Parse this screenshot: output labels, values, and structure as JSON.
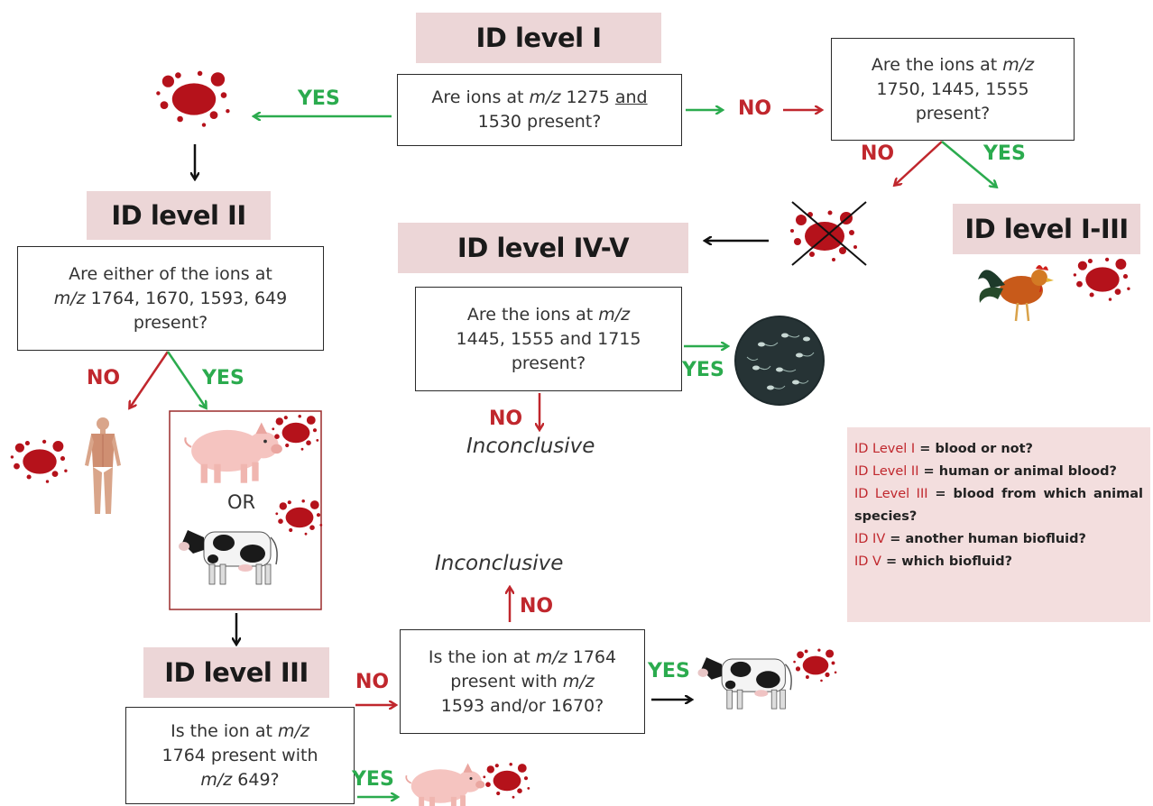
{
  "titles": {
    "level1": "ID level I",
    "level2": "ID level II",
    "level3": "ID level III",
    "level45": "ID level IV-V",
    "level13": "ID level I-III"
  },
  "questions": {
    "q1_pre": "Are ions at ",
    "q1_mz": "m/z",
    "q1_num": " 1275 ",
    "q1_and": "and",
    "q1_post": "1530 present?",
    "q2_pre": "Are the ions at ",
    "q2_mz": "m/z",
    "q2_l2": "1750, 1445, 1555",
    "q2_l3": "present?",
    "q3_l1": "Are either of the ions at",
    "q3_mz": "m/z",
    "q3_l2": " 1764, 1670, 1593, 649",
    "q3_l3": "present?",
    "q4_pre": "Are the ions at ",
    "q4_mz": "m/z",
    "q4_l2": "1445, 1555 and 1715",
    "q4_l3": "present?",
    "q5_pre": "Is the ion at ",
    "q5_mz": "m/z",
    "q5_l2": "1764 present with",
    "q5_mz2": "m/z",
    "q5_l3": " 649?",
    "q6_pre": "Is the ion at ",
    "q6_mz": "m/z",
    "q6_num": " 1764",
    "q6_l2pre": "present with ",
    "q6_mz2": "m/z",
    "q6_l3": "1593 and/or 1670?"
  },
  "labels": {
    "yes": "YES",
    "no": "NO",
    "or": "OR",
    "inconclusive": "Inconclusive"
  },
  "legend": {
    "l1_key": "ID Level I",
    "l1_val": " = blood or not?",
    "l2_key": "ID Level II",
    "l2_val": " = human or animal blood?",
    "l3_key": "ID Level III",
    "l3_val": " = blood from which animal species?",
    "l4_key": "ID IV",
    "l4_val": " = another human biofluid?",
    "l5_key": "ID V",
    "l5_val": " = which biofluid?"
  },
  "colors": {
    "title_bg": "#ecd6d7",
    "no_red": "#c0272d",
    "yes_green": "#2bab4e",
    "blood": "#b5121b",
    "legend_bg": "#f3dede"
  },
  "icons": [
    "blood-splatter-icon",
    "crossed-blood-icon",
    "rooster-icon",
    "human-body-icon",
    "pig-icon",
    "cow-icon",
    "sperm-cells-icon"
  ]
}
